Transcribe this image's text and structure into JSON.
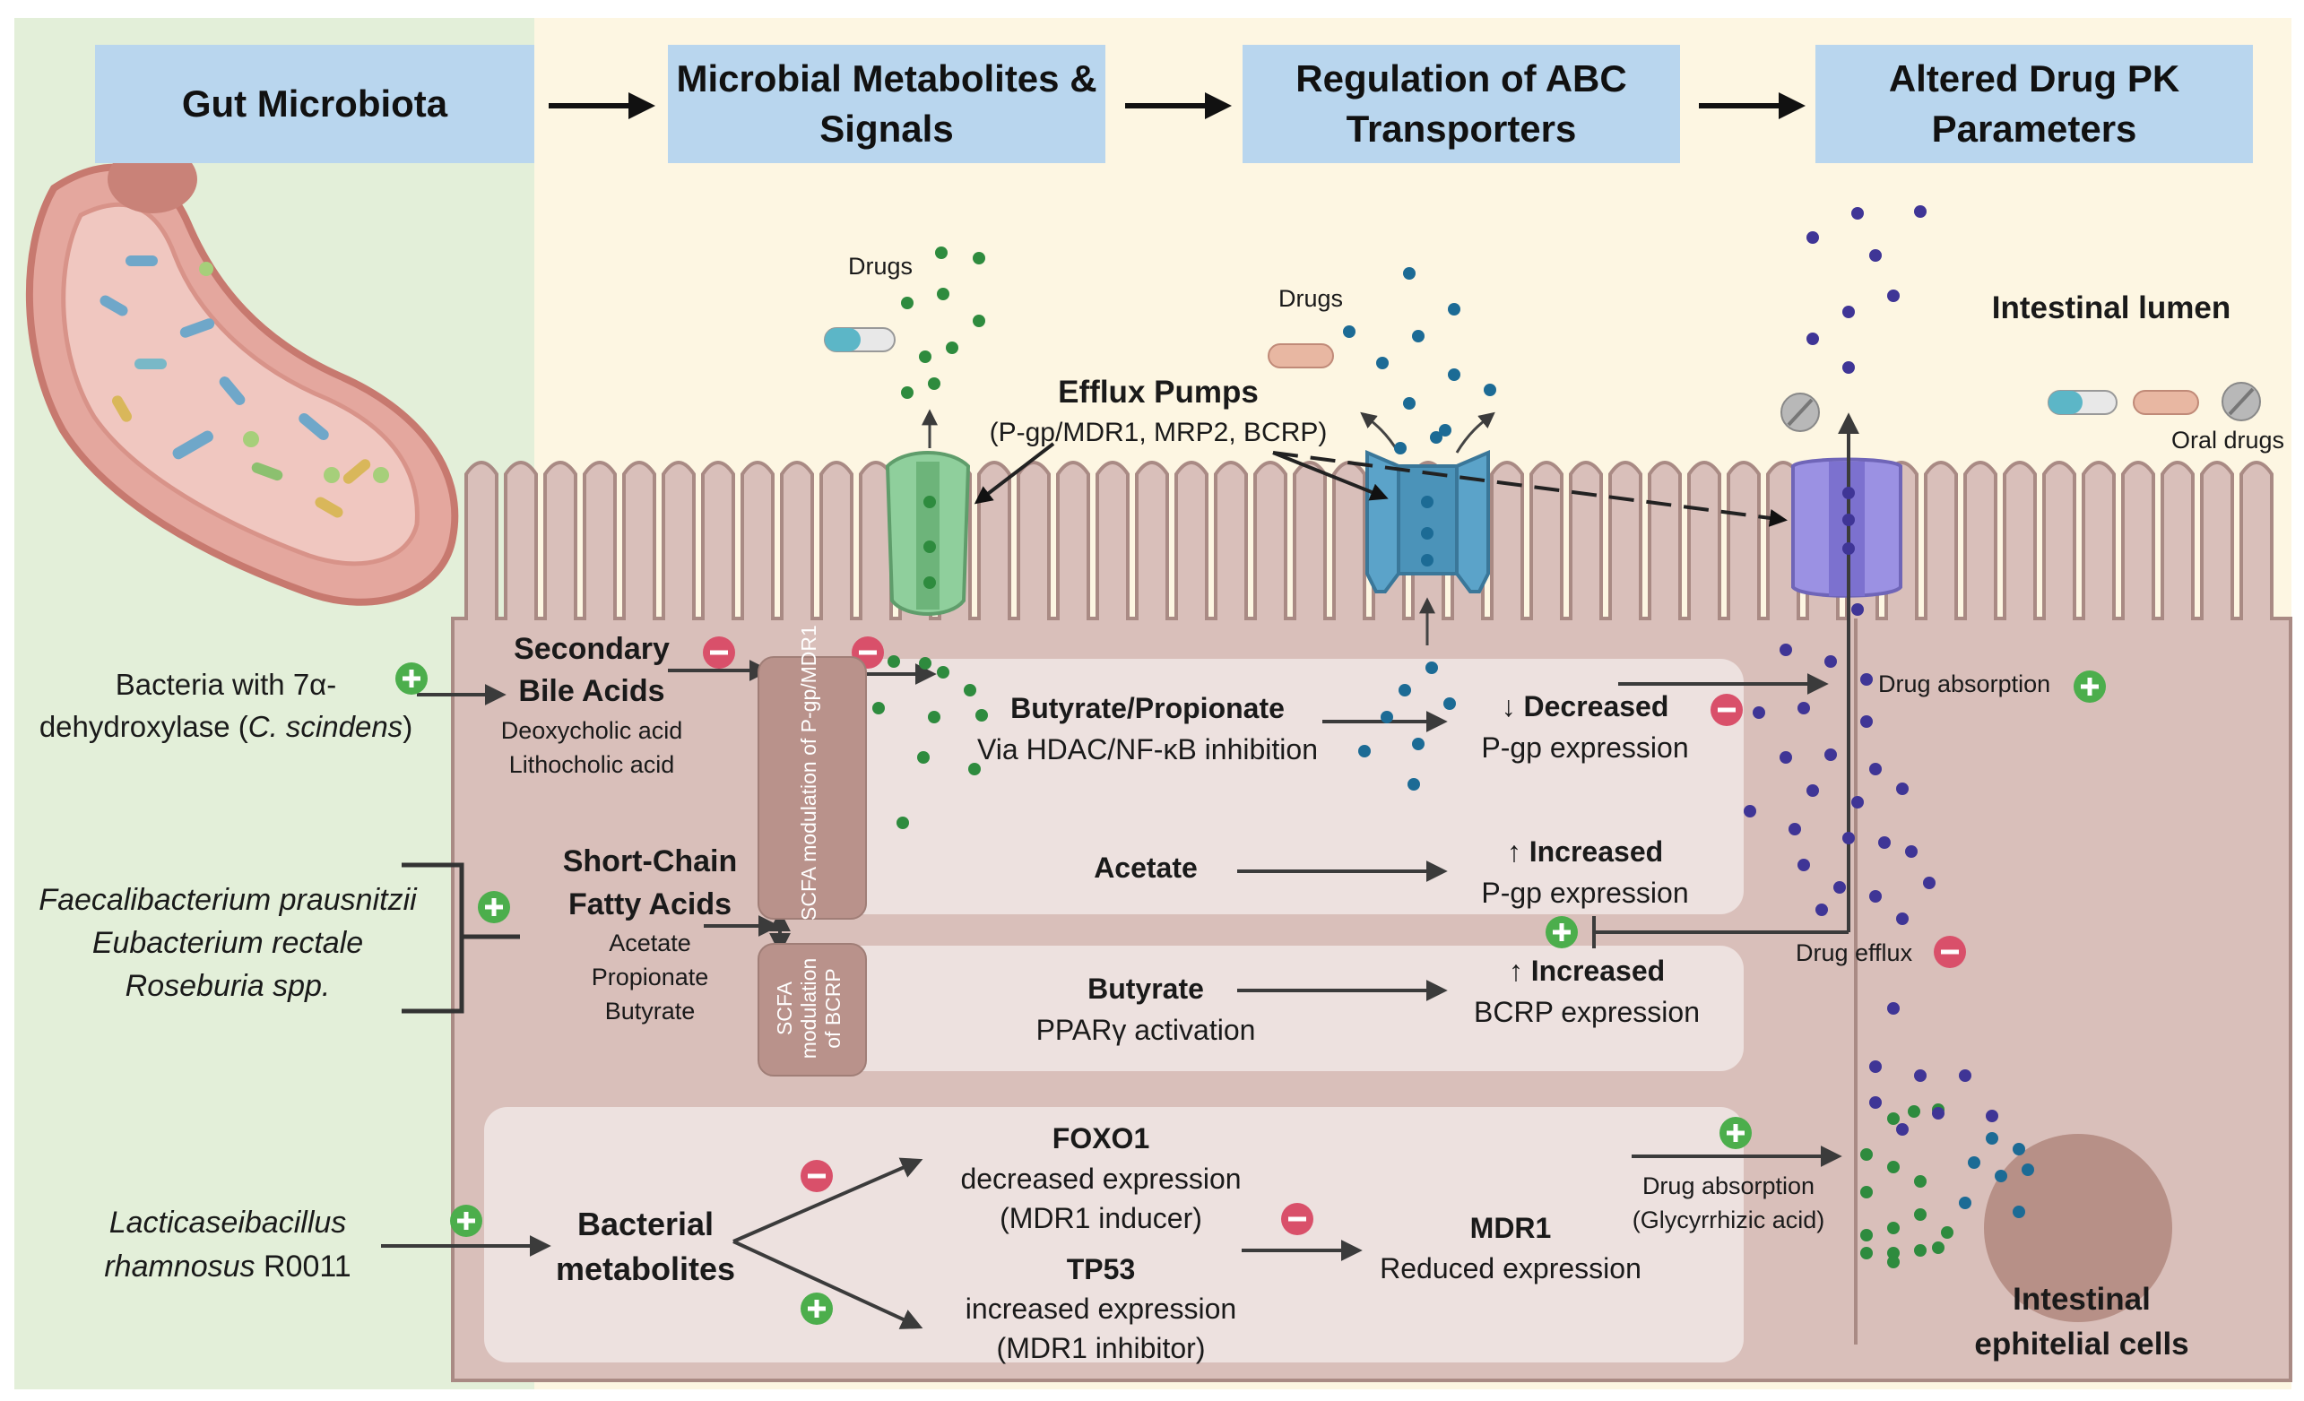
{
  "headers": [
    {
      "title": "Gut Microbiota"
    },
    {
      "title": "Microbial Metabolites & Signals"
    },
    {
      "title": "Regulation of ABC Transporters"
    },
    {
      "title": "Altered Drug PK Parameters"
    }
  ],
  "lumen": {
    "drugs_label_1": "Drugs",
    "drugs_label_2": "Drugs",
    "efflux_title": "Efflux Pumps",
    "efflux_sub": "(P-gp/MDR1, MRP2, BCRP)",
    "intestinal_lumen": "Intestinal lumen",
    "oral_drugs": "Oral drugs"
  },
  "bacteria": {
    "dehydroxylase_line1": "Bacteria with 7α-",
    "dehydroxylase_line2": "dehydroxylase (",
    "dehydroxylase_species": "C. scindens",
    "dehydroxylase_close": ")",
    "scfa_producers": [
      "Faecalibacterium prausnitzii",
      "Eubacterium rectale",
      "Roseburia spp."
    ],
    "lacticaseibacillus_line1": "Lacticaseibacillus",
    "lacticaseibacillus_line2": "rhamnosus",
    "lacticaseibacillus_strain": "R0011"
  },
  "metabolites": {
    "secondary_bile_acids_1": "Secondary",
    "secondary_bile_acids_2": "Bile Acids",
    "deoxycholic": "Deoxycholic acid",
    "lithocholic": "Lithocholic acid",
    "scfa_1": "Short-Chain",
    "scfa_2": "Fatty Acids",
    "scfa_items": [
      "Acetate",
      "Propionate",
      "Butyrate"
    ],
    "bacterial_metabolites_1": "Bacterial",
    "bacterial_metabolites_2": "metabolites"
  },
  "pills": {
    "pgp": "SCFA modulation of P-gp/MDR1",
    "bcrp_1": "SCFA",
    "bcrp_2": "modulation",
    "bcrp_3": "of BCRP"
  },
  "pathways": {
    "butyrate_propionate": "Butyrate/Propionate",
    "hdac": "Via HDAC/NF-κB inhibition",
    "acetate": "Acetate",
    "butyrate": "Butyrate",
    "ppar": "PPARγ activation",
    "foxo1": "FOXO1",
    "foxo1_sub1": "decreased expression",
    "foxo1_sub2": "(MDR1 inducer)",
    "tp53": "TP53",
    "tp53_sub1": "increased expression",
    "tp53_sub2": "(MDR1 inhibitor)",
    "mdr1": "MDR1",
    "mdr1_sub": "Reduced expression"
  },
  "effects": {
    "decreased": "↓ Decreased",
    "decreased_sub": "P-gp expression",
    "increased_pgp": "↑ Increased",
    "increased_pgp_sub": "P-gp expression",
    "increased_bcrp": "↑ Increased",
    "increased_bcrp_sub": "BCRP expression"
  },
  "pk": {
    "drug_absorption": "Drug absorption",
    "drug_efflux": "Drug efflux",
    "drug_absorption_2": "Drug absorption",
    "glycyrrhizic": "(Glycyrrhizic acid)",
    "epithelial_1": "Intestinal",
    "epithelial_2": "ephitelial  cells"
  },
  "colors": {
    "header_bg": "#b9d6ee",
    "left_bg": "#e3efd9",
    "lumen_bg": "#fdf6e2",
    "cell": "#d9bfba",
    "panel": "#ede1df",
    "plus": "#4cae4c",
    "minus": "#d9506a",
    "green_pump": "#8fcf9c",
    "blue_pump": "#5ba3c9",
    "purple_pump": "#9b91e3",
    "green_dot": "#2e8b3e",
    "blue_dot": "#1c6b95",
    "purple_dot": "#3f3596"
  },
  "icons": [
    "intestine-illustration",
    "capsule-icon",
    "tablet-icon",
    "round-pill-icon",
    "plus-icon",
    "minus-icon"
  ]
}
